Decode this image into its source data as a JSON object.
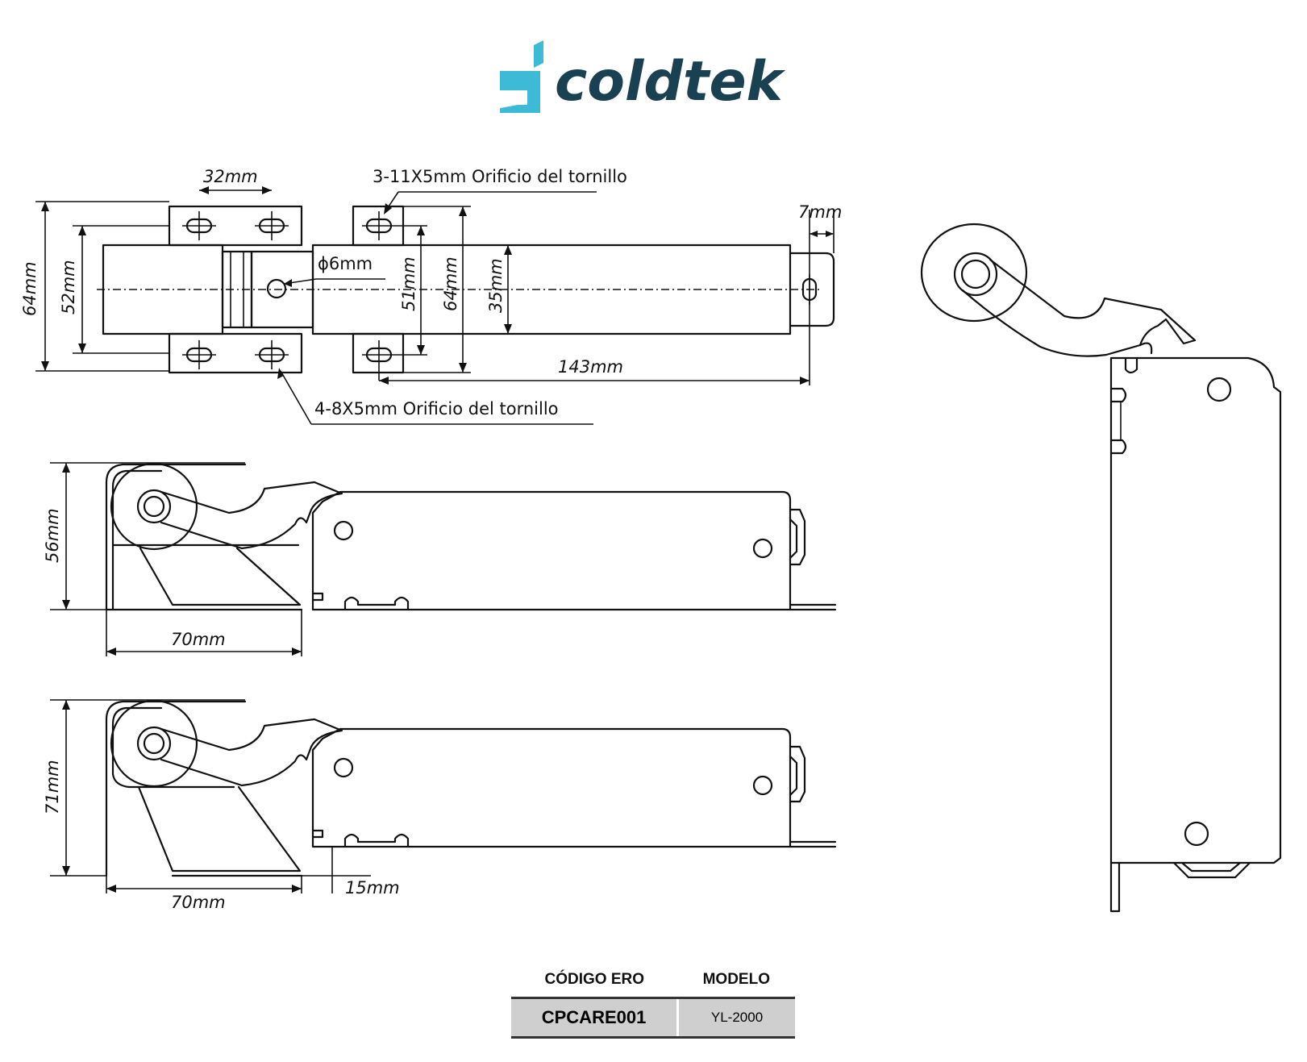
{
  "brand": {
    "name": "coldtek",
    "primary_color": "#1a4151",
    "accent_color": "#3dbad6",
    "mark_icon": "coldtek-logo-mark"
  },
  "dimensions": {
    "top_width_32": "32mm",
    "hole_note_top": "3-11X5mm Orificio del tornillo",
    "right_7": "7mm",
    "left_64": "64mm",
    "left_52": "52mm",
    "phi_6": "ϕ6mm",
    "mid_51": "51mm",
    "mid_64": "64mm",
    "mid_35": "35mm",
    "length_143": "143mm",
    "hole_note_bottom": "4-8X5mm Orificio del tornillo",
    "side1_height": "56mm",
    "side1_width": "70mm",
    "side2_height": "71mm",
    "side2_width": "70mm",
    "side2_offset": "15mm"
  },
  "table": {
    "headers": [
      "CÓDIGO ERO",
      "MODELO"
    ],
    "code": "CPCARE001",
    "model": "YL-2000"
  }
}
